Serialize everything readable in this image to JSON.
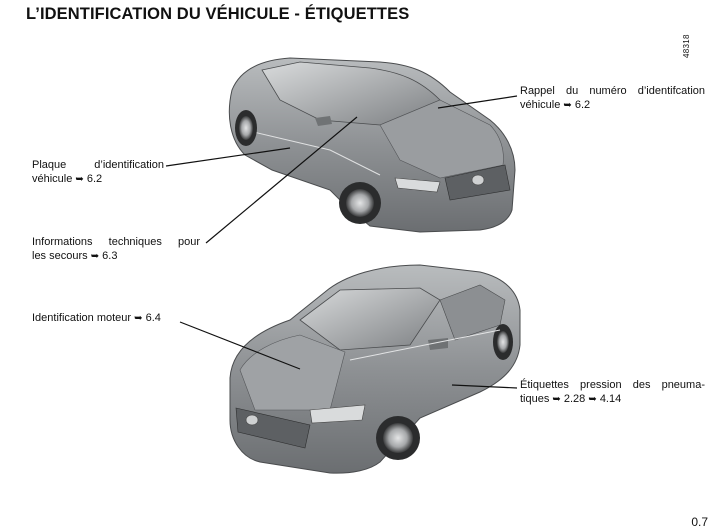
{
  "header": {
    "title": "L’IDENTIFICATION DU VÉHICULE - ÉTIQUETTES",
    "ref_code": "48318"
  },
  "callouts": {
    "rappel": {
      "line1": "Rappel du numéro d’identifcation",
      "line2_text": "véhicule",
      "arrow": "➥",
      "ref": "6.2"
    },
    "plaque": {
      "line1": "Plaque d’identification",
      "line2_text": "véhicule",
      "arrow": "➥",
      "ref": "6.2"
    },
    "infos": {
      "line1": "Informations techniques pour",
      "line2_text": "les secours",
      "arrow": "➥",
      "ref": "6.3"
    },
    "moteur": {
      "line1_text": "Identification moteur",
      "arrow": "➥",
      "ref": "6.4"
    },
    "pneus": {
      "line1": "Étiquettes pression des pneuma-",
      "line2_text": "tiques",
      "arrow": "➥",
      "ref1": "2.28",
      "arrow2": "➥",
      "ref2": "4.14"
    }
  },
  "footer": {
    "page_number": "0.7"
  },
  "icons": {
    "car_top": "sedan-three-quarter-rear-icon",
    "car_bottom": "sedan-three-quarter-front-icon"
  }
}
